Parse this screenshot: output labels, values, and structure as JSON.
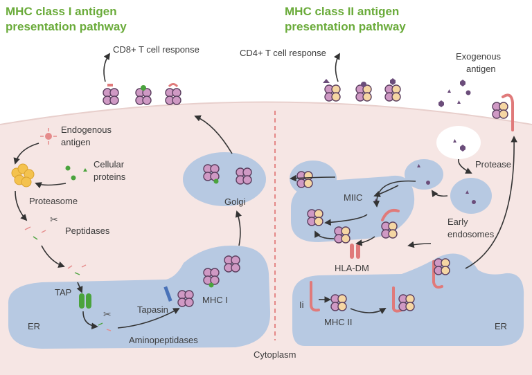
{
  "titles": {
    "mhc1_line1": "MHC class I antigen",
    "mhc1_line2": "presentation pathway",
    "mhc2_line1": "MHC class II antigen",
    "mhc2_line2": "presentation pathway"
  },
  "labels": {
    "cd8": "CD8+ T cell response",
    "cd4": "CD4+ T cell response",
    "exogenous_1": "Exogenous",
    "exogenous_2": "antigen",
    "endogenous_1": "Endogenous",
    "endogenous_2": "antigen",
    "cellular_1": "Cellular",
    "cellular_2": "proteins",
    "proteasome": "Proteasome",
    "peptidases": "Peptidases",
    "tap": "TAP",
    "er_left": "ER",
    "aminopeptidases": "Aminopeptidases",
    "tapasin": "Tapasin",
    "mhc_i": "MHC I",
    "golgi": "Golgi",
    "cytoplasm": "Cytoplasm",
    "protease": "Protease",
    "miic": "MIIC",
    "early_1": "Early",
    "early_2": "endosomes",
    "hla_dm": "HLA-DM",
    "ii": "Ii",
    "mhc_ii": "MHC II",
    "er_right": "ER"
  },
  "colors": {
    "title_green": "#6aab3a",
    "cytoplasm_pink": "#f6e6e4",
    "organelle_blue": "#b7c9e2",
    "mhc_purple": "#cf99c4",
    "mhc_outline": "#5a3e5e",
    "mhc2_beige": "#f5d6a3",
    "peptide_green": "#4aa33d",
    "antigen_purple": "#6b4d7a",
    "ii_pink": "#e07a7a",
    "divider_red": "#e07070"
  }
}
